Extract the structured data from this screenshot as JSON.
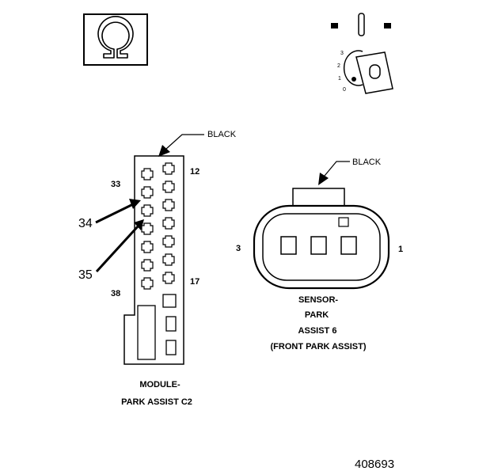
{
  "key_scale": [
    "3",
    "2",
    "1",
    "0"
  ],
  "module": {
    "wire_color": "BLACK",
    "pin_labels": {
      "top_left": "33",
      "top_right": "12",
      "bottom_left": "38",
      "bottom_right": "17"
    },
    "callouts": [
      "34",
      "35"
    ],
    "name_line1": "MODULE-",
    "name_line2": "PARK ASSIST C2"
  },
  "sensor": {
    "wire_color": "BLACK",
    "pin_left": "3",
    "pin_right": "1",
    "name_line1": "SENSOR-",
    "name_line2": "PARK",
    "name_line3": "ASSIST 6",
    "name_line4": "(FRONT PARK ASSIST)"
  },
  "figure_number": "408693"
}
